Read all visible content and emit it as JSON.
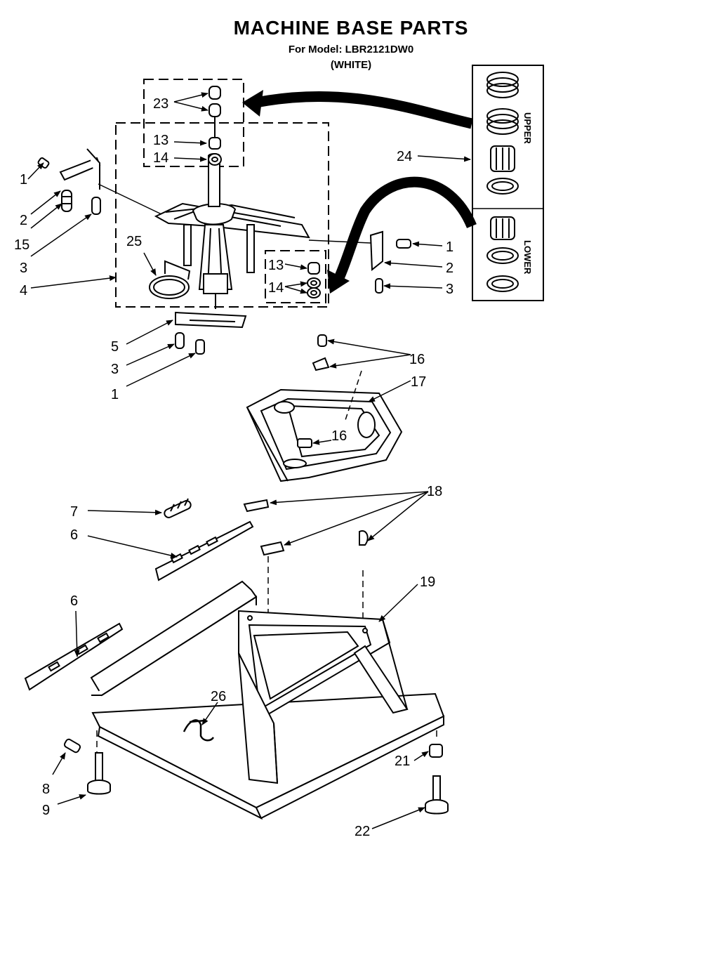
{
  "header": {
    "title": "MACHINE BASE PARTS",
    "model_line": "For Model: LBR2121DW0",
    "color_line": "(WHITE)"
  },
  "kit_labels": {
    "upper": "UPPER",
    "lower": "LOWER"
  },
  "callouts": {
    "c1a": "1",
    "c2a": "2",
    "c15": "15",
    "c3a": "3",
    "c4": "4",
    "c23": "23",
    "c13a": "13",
    "c14a": "14",
    "c25": "25",
    "c13b": "13",
    "c14b": "14",
    "c24": "24",
    "c1b": "1",
    "c2b": "2",
    "c3b": "3",
    "c5": "5",
    "c3c": "3",
    "c1c": "1",
    "c16a": "16",
    "c17": "17",
    "c16b": "16",
    "c7": "7",
    "c6a": "6",
    "c18": "18",
    "c6b": "6",
    "c19": "19",
    "c26": "26",
    "c8": "8",
    "c9": "9",
    "c21": "21",
    "c22": "22"
  }
}
